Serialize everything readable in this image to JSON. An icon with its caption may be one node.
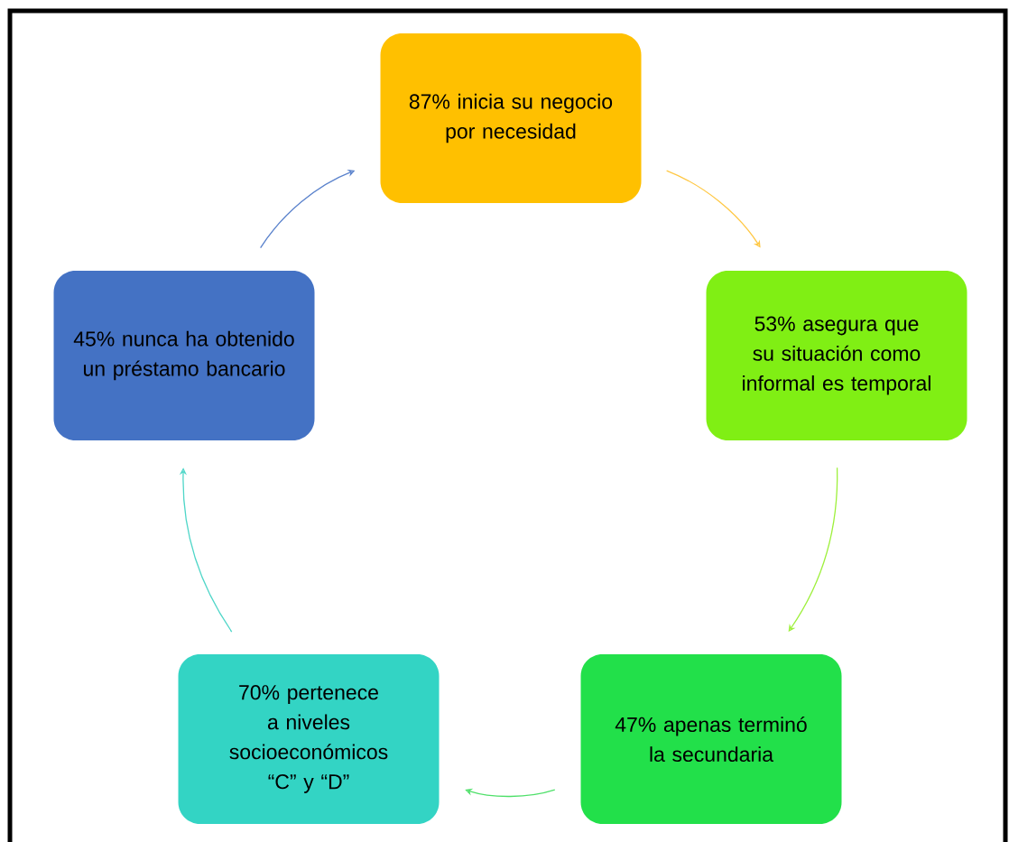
{
  "diagram": {
    "nodes": [
      {
        "text": [
          "87% inicia su negocio por necesidad"
        ]
      },
      {
        "text": [
          "53% asegura que su situación como informal es temporal"
        ]
      },
      {
        "text": [
          "47% apenas terminó la secundaria"
        ]
      },
      {
        "text": [
          "70% pertenece a niveles socioeconómicos “C” y “D”"
        ]
      },
      {
        "text": [
          "45% nunca ha obtenido un préstamo bancario"
        ]
      }
    ],
    "edges": [
      {
        "from": 0,
        "to": 1,
        "arrow": "to",
        "color": "#ffc845"
      },
      {
        "from": 1,
        "to": 2,
        "arrow": "to",
        "color": "#9ef03c"
      },
      {
        "from": 2,
        "to": 3,
        "arrow": "to",
        "color": "#4fe06a"
      },
      {
        "from": 3,
        "to": 4,
        "arrow": "to",
        "color": "#4fd6c8"
      },
      {
        "from": 4,
        "to": 0,
        "arrow": "to",
        "color": "#5a82cc"
      }
    ]
  }
}
